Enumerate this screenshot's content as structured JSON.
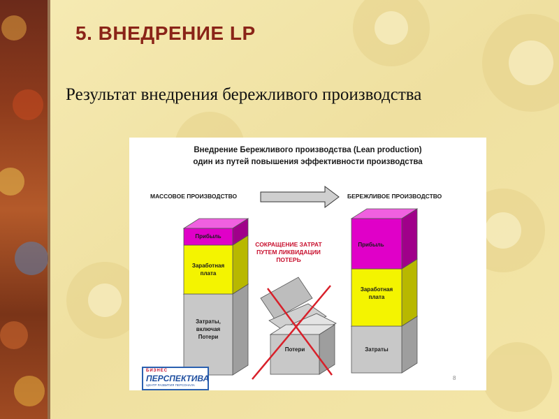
{
  "slide": {
    "title": "5. ВНЕДРЕНИЕ LP",
    "subtitle": "Результат внедрения бережливого производства"
  },
  "diagram": {
    "heading_line1": "Внедрение Бережливого производства  (Lean production)",
    "heading_line2": "один из путей повышения эффективности производства",
    "left_label": "МАССОВОЕ ПРОИЗВОДСТВО",
    "right_label": "БЕРЕЖЛИВОЕ ПРОИЗВОДСТВО",
    "center_label": "СОКРАЩЕНИЕ ЗАТРАТ\nПУТЕМ ЛИКВИДАЦИИ\nПОТЕРЬ",
    "mass_blocks": {
      "profit": "Прибыль",
      "wages": "Заработная\nплата",
      "costs": "Затраты,\nвключая\nПотери"
    },
    "loss_block": "Потери",
    "lean_blocks": {
      "profit": "Прибыль",
      "wages": "Заработная\nплата",
      "costs": "Затраты"
    },
    "page_number": "8",
    "logo": {
      "top": "БИЗНЕС",
      "main": "ПЕРСПЕКТИВА",
      "bottom": "ЦЕНТР РАЗВИТИЯ ПЕРСОНАЛА"
    }
  },
  "colors": {
    "title": "#8a2418",
    "profit": "#e000c8",
    "wages": "#f4f400",
    "costs": "#c8c8c8",
    "cross": "#d8202a",
    "label_red": "#c8102e"
  }
}
